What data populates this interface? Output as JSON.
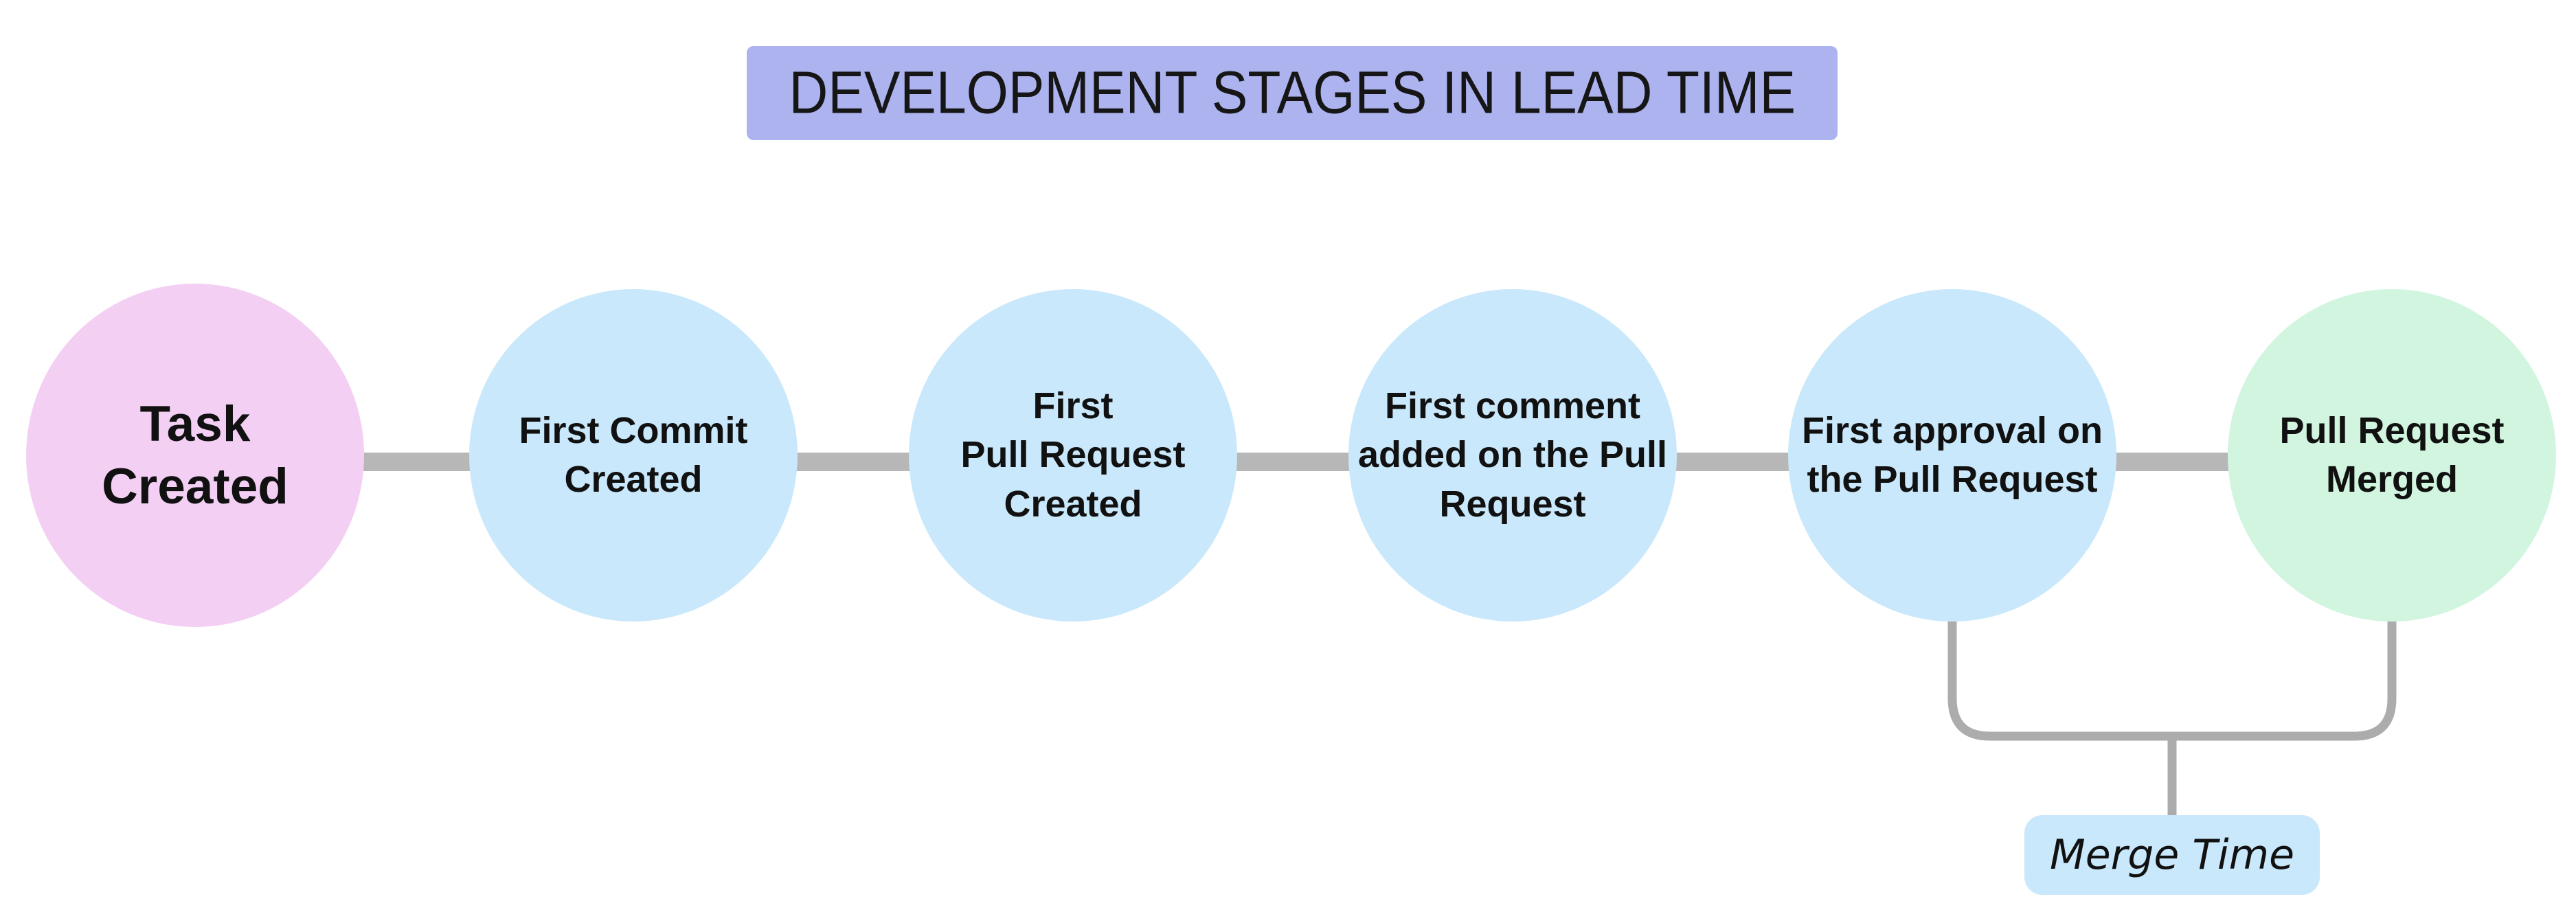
{
  "title": {
    "text": "DEVELOPMENT STAGES IN LEAD TIME",
    "background": "#ACB3EF"
  },
  "stages": [
    {
      "id": "task-created",
      "label": "Task\nCreated",
      "color": "#F4CFF4"
    },
    {
      "id": "first-commit-created",
      "label": "First Commit\nCreated",
      "color": "#C9E8FB"
    },
    {
      "id": "first-pull-request-created",
      "label": "First\nPull Request\nCreated",
      "color": "#C9E8FB"
    },
    {
      "id": "first-comment-added",
      "label": "First comment\nadded on the Pull\nRequest",
      "color": "#C9E8FB"
    },
    {
      "id": "first-approval",
      "label": "First approval on\nthe Pull Request",
      "color": "#C9E8FB"
    },
    {
      "id": "pull-request-merged",
      "label": "Pull Request\nMerged",
      "color": "#D1F5DF"
    }
  ],
  "connector_color": "#B7B7B7",
  "annotation": {
    "label": "Merge Time",
    "background": "#C9E8FB",
    "bracket_color": "#ACACAC"
  }
}
